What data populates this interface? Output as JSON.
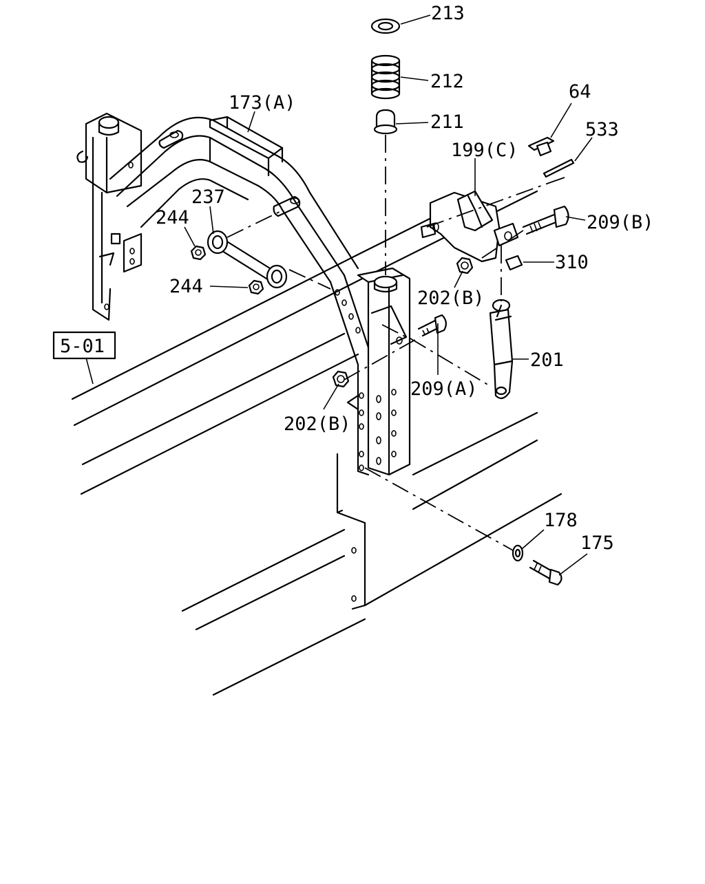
{
  "diagram": {
    "ref_box": "5-01",
    "callouts": {
      "c213": "213",
      "c212": "212",
      "c211": "211",
      "c173a": "173(A)",
      "c64": "64",
      "c533": "533",
      "c199c": "199(C)",
      "c209b": "209(B)",
      "c237": "237",
      "c244a": "244",
      "c244b": "244",
      "c310": "310",
      "c202b_top": "202(B)",
      "c209a": "209(A)",
      "c201": "201",
      "c202b_low": "202(B)",
      "c178": "178",
      "c175": "175"
    }
  }
}
